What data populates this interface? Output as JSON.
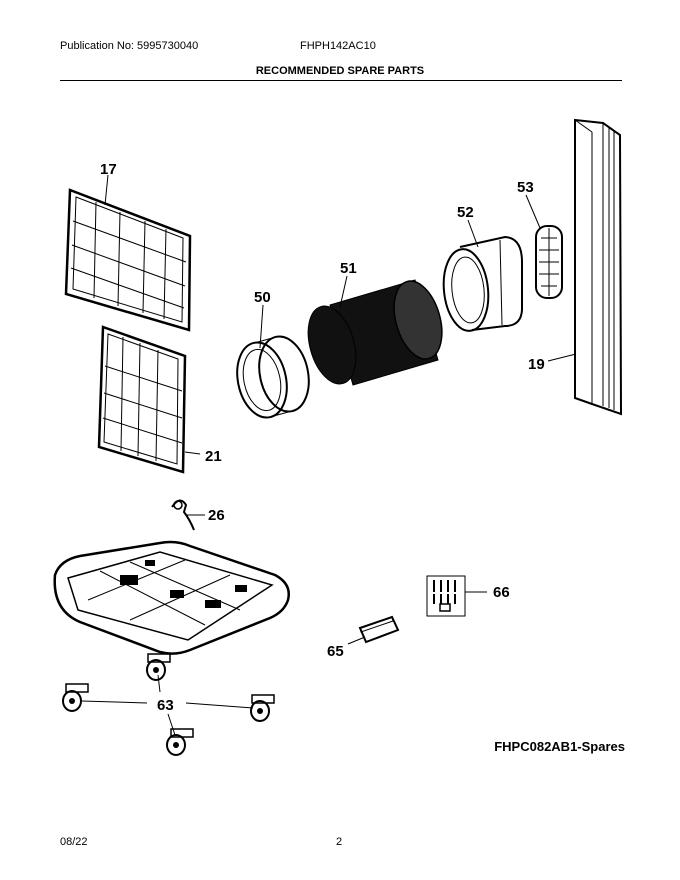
{
  "header": {
    "publication": "Publication No: 5995730040",
    "model": "FHPH142AC10",
    "title": "RECOMMENDED SPARE PARTS"
  },
  "labels": {
    "p17": "17",
    "p21": "21",
    "p50": "50",
    "p51": "51",
    "p52": "52",
    "p53": "53",
    "p19": "19",
    "p26": "26",
    "p66": "66",
    "p65": "65",
    "p63": "63"
  },
  "footer": {
    "spares": "FHPC082AB1-Spares",
    "date": "08/22",
    "page": "2"
  }
}
